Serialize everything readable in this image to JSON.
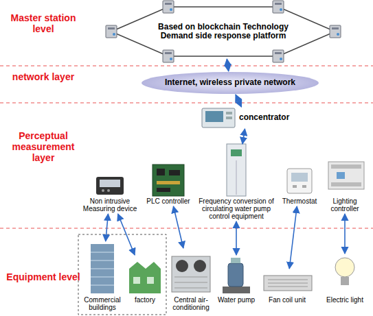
{
  "diagram": {
    "nodes": [
      {
        "text": [
          "Based on blockchain Technology Demand side response platform"
        ]
      },
      {
        "text": [
          "Internet, wireless private network"
        ]
      },
      {
        "text": [
          "concentrator"
        ]
      },
      {
        "text": [
          "Non intrusive Measuring device"
        ]
      },
      {
        "text": [
          "PLC controller"
        ]
      },
      {
        "text": [
          "Frequency conversion of circulating water pump control equipment"
        ]
      },
      {
        "text": [
          "Thermostat"
        ]
      },
      {
        "text": [
          "Lighting controller"
        ]
      },
      {
        "text": [
          "Commercial buildings"
        ]
      },
      {
        "text": [
          "factory"
        ]
      },
      {
        "text": [
          "Central air-conditioning"
        ]
      },
      {
        "text": [
          "Water pump"
        ]
      },
      {
        "text": [
          "Fan coil unit"
        ]
      },
      {
        "text": [
          "Electric light"
        ]
      }
    ],
    "edges": [
      {
        "from": 0,
        "to": 1,
        "arrow": "both"
      },
      {
        "from": 1,
        "to": 2,
        "arrow": "both"
      },
      {
        "from": 2,
        "to": 5,
        "arrow": "both"
      },
      {
        "from": 3,
        "to": 8,
        "arrow": "both"
      },
      {
        "from": 3,
        "to": 9,
        "arrow": "both"
      },
      {
        "from": 4,
        "to": 10,
        "arrow": "both"
      },
      {
        "from": 5,
        "to": 11,
        "arrow": "both"
      },
      {
        "from": 6,
        "to": 12,
        "arrow": "both"
      },
      {
        "from": 7,
        "to": 13,
        "arrow": "both"
      }
    ],
    "labels": [
      "Master station level",
      "network layer",
      "Perceptual measurement layer",
      "Equipment level"
    ]
  }
}
